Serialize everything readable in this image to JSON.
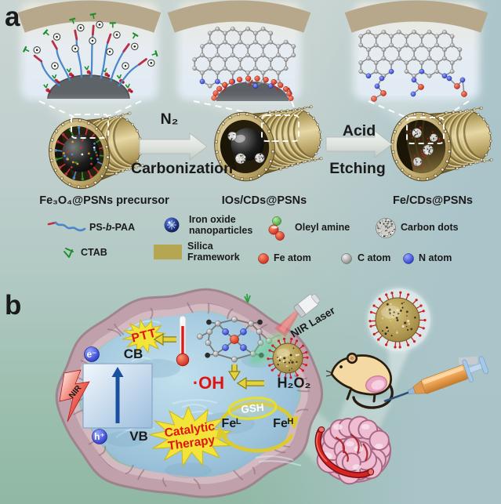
{
  "figure": {
    "panel_a_label": "a",
    "panel_b_label": "b"
  },
  "panel_a": {
    "step1": {
      "gas": "N₂",
      "process": "Carbonization"
    },
    "step2": {
      "reagent": "Acid",
      "process": "Etching"
    },
    "particles": {
      "precursor": "Fe₃O₄@PSNs precursor",
      "intermediate": "IOs/CDs@PSNs",
      "product": "Fe/CDs@PSNs"
    },
    "legend": {
      "ps_b_paa_pre": "PS-",
      "ps_b_paa_mid": "b",
      "ps_b_paa_post": "-PAA",
      "ctab": "CTAB",
      "iron_oxide_line1": "Iron oxide",
      "iron_oxide_line2": "nanoparticles",
      "silica_line1": "Silica",
      "silica_line2": "Framework",
      "oleyl_amine": "Oleyl amine",
      "carbon_dots": "Carbon dots",
      "fe_atom": "Fe atom",
      "c_atom": "C atom",
      "n_atom": "N atom"
    }
  },
  "panel_b": {
    "ptt": "PTT",
    "conduction_band": "CB",
    "valence_band": "VB",
    "electron": "e⁻",
    "hole": "h⁺",
    "nir": "NIR",
    "hydroxyl_radical": "·OH",
    "hydrogen_peroxide": "H₂O₂",
    "gsh": "GSH",
    "fe_low": "Feᴸ",
    "fe_high": "Feᴴ",
    "catalytic_line1": "Catalytic",
    "catalytic_line2": "Therapy",
    "nir_laser": "NIR Laser"
  },
  "colors": {
    "accent_yellow": "#f2e438",
    "highlight_red": "#e01818",
    "silica_gold": "#b19a5c",
    "membrane_pink": "#bfa0ab",
    "cytosol_blue": "#a3c4d6",
    "background_teal": "#9fc0b4"
  }
}
